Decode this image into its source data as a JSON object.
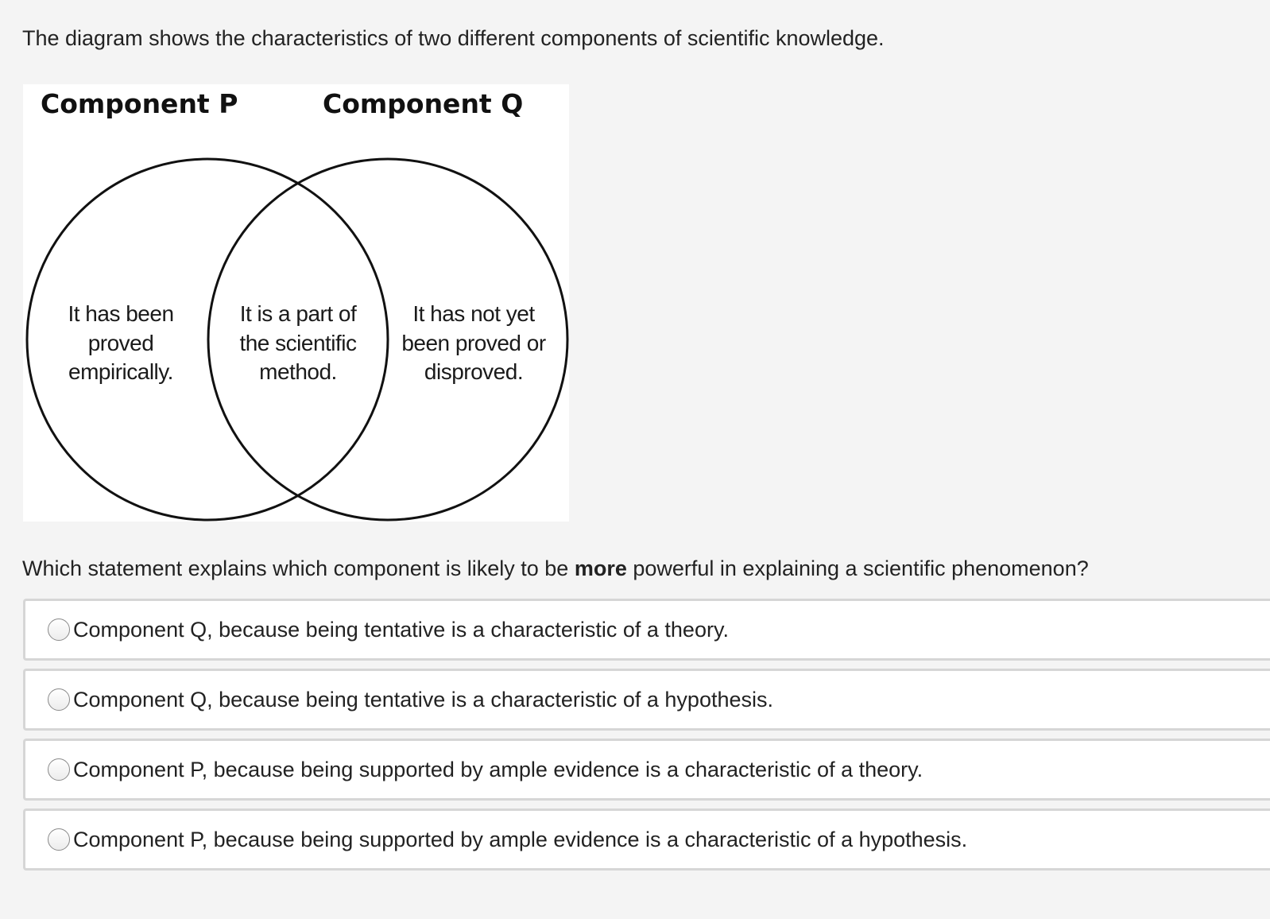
{
  "intro_text": "The diagram shows the characteristics of two different components of scientific knowledge.",
  "diagram": {
    "title_p": "Component P",
    "title_q": "Component Q",
    "left_text": [
      "It has been",
      "proved",
      "empirically."
    ],
    "center_text": [
      "It is a part of",
      "the scientific",
      "method."
    ],
    "right_text": [
      "It has not yet",
      "been proved or",
      "disproved."
    ]
  },
  "question": {
    "before": "Which statement explains which component is likely to be ",
    "emphasis": "more",
    "after": " powerful in explaining a scientific phenomenon?"
  },
  "options": [
    {
      "label": "Component Q, because being tentative is a characteristic of a theory.",
      "selected": false
    },
    {
      "label": "Component Q, because being tentative is a characteristic of a hypothesis.",
      "selected": false
    },
    {
      "label": "Component P, because being supported by ample evidence is a characteristic of a theory.",
      "selected": false
    },
    {
      "label": "Component P, because being supported by ample evidence is a characteristic of a hypothesis.",
      "selected": false
    }
  ]
}
